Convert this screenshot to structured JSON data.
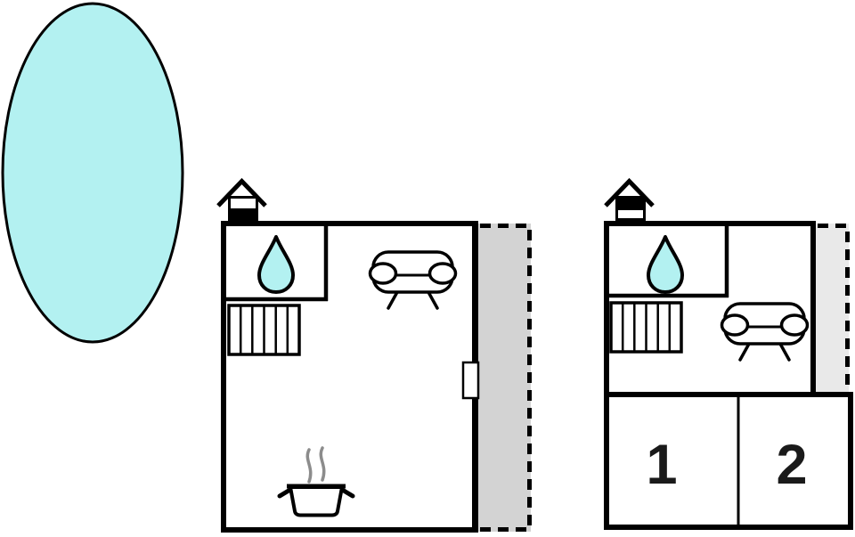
{
  "colors": {
    "outline": "#000000",
    "water": "#b3f1f1",
    "terrace": "#d3d3d3",
    "balcony": "#e9e9e9",
    "steam": "#8c8c8c"
  },
  "pool": {
    "icon": "pool-ellipse"
  },
  "floors": {
    "ground": {
      "level_icon": "house-ground-floor-icon",
      "features": [
        "bathroom-water-drop",
        "stairs",
        "sofa",
        "cooking-pot",
        "door-opening",
        "terrace-dashed-area"
      ]
    },
    "upper": {
      "level_icon": "house-upper-floor-icon",
      "features": [
        "bathroom-water-drop",
        "stairs",
        "sofa",
        "balcony-dashed-area"
      ],
      "rooms": [
        {
          "label": "1"
        },
        {
          "label": "2"
        }
      ]
    }
  }
}
